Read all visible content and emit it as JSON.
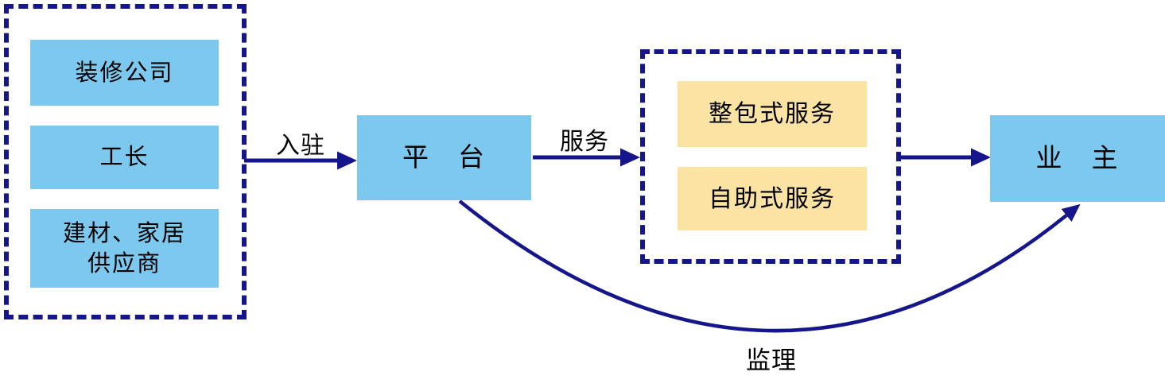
{
  "colors": {
    "line_navy": "#16168C",
    "box_blue": "#7DC8EE",
    "box_yellow": "#FBE3A3",
    "text_black": "#000000",
    "background": "#FFFFFF"
  },
  "suppliers_group": {
    "items": [
      {
        "label": "装修公司"
      },
      {
        "label": "工长"
      },
      {
        "label": "建材、家居\n供应商"
      }
    ]
  },
  "platform": {
    "label": "平　台"
  },
  "services_group": {
    "items": [
      {
        "label": "整包式服务"
      },
      {
        "label": "自助式服务"
      }
    ]
  },
  "owner": {
    "label": "业　主"
  },
  "edges": {
    "join": {
      "label": "入驻"
    },
    "service": {
      "label": "服务"
    },
    "supervision": {
      "label": "监理"
    }
  }
}
